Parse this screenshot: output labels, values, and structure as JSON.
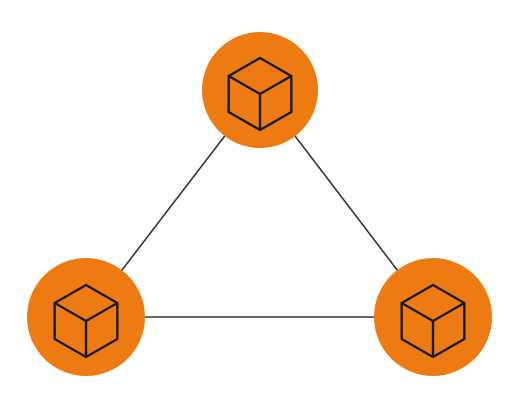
{
  "diagram": {
    "nodes": [
      {
        "id": "top",
        "icon": "cube-icon"
      },
      {
        "id": "bottom-left",
        "icon": "cube-icon"
      },
      {
        "id": "bottom-right",
        "icon": "cube-icon"
      }
    ],
    "edges": [
      {
        "from": "top",
        "to": "bottom-left"
      },
      {
        "from": "top",
        "to": "bottom-right"
      },
      {
        "from": "bottom-left",
        "to": "bottom-right"
      }
    ]
  },
  "colors": {
    "background": "#ffffff",
    "node_fill": "#ee7b11",
    "edge": "#333333",
    "icon_stroke": "#1a1a1a"
  }
}
